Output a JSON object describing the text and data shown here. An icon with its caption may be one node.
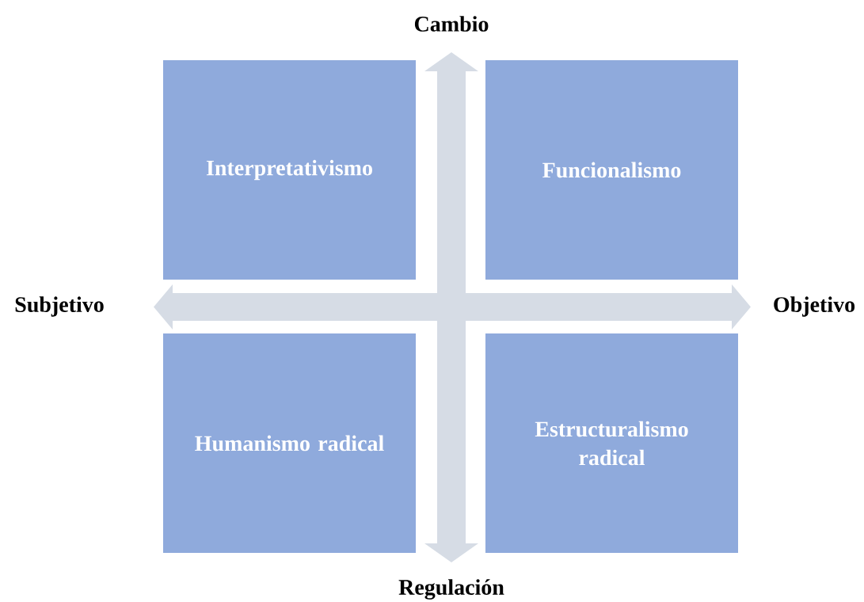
{
  "diagram": {
    "nodes": [
      {
        "text": [
          "Interpretativismo"
        ]
      },
      {
        "text": [
          "Funcionalismo"
        ]
      },
      {
        "text": [
          "Humanismo radical"
        ]
      },
      {
        "text": [
          "Estructuralismo radical"
        ]
      }
    ],
    "labels": [
      "Cambio",
      "Subjetivo",
      "Objetivo",
      "Regulación"
    ]
  }
}
